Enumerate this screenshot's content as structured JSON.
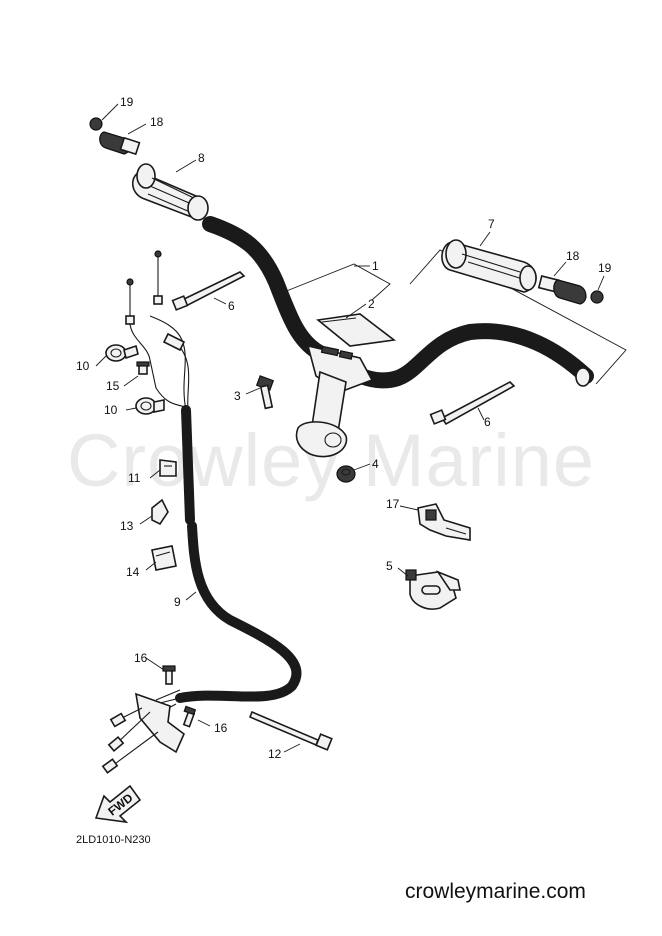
{
  "watermark": "Crowley Marine",
  "diagram_code": "2LD1010-N230",
  "site_url": "crowleymarine.com",
  "fwd_label": "FWD",
  "callouts": {
    "c1": "1",
    "c2": "2",
    "c3": "3",
    "c4": "4",
    "c5": "5",
    "c6a": "6",
    "c6b": "6",
    "c7": "7",
    "c8": "8",
    "c9": "9",
    "c10a": "10",
    "c10b": "10",
    "c11": "11",
    "c12": "12",
    "c13": "13",
    "c14": "14",
    "c15": "15",
    "c16a": "16",
    "c16b": "16",
    "c17": "17",
    "c18a": "18",
    "c18b": "18",
    "c19a": "19",
    "c19b": "19"
  }
}
